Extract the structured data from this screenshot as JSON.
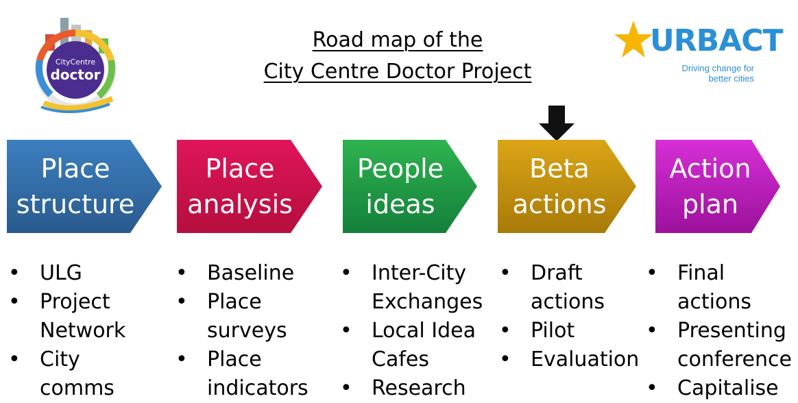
{
  "title": {
    "line1": "Road map of the",
    "line2": "City Centre Doctor Project"
  },
  "logos": {
    "left": {
      "text_top": "CityCentre",
      "text_main": "doctor"
    },
    "right": {
      "wordmark": "URBACT",
      "tagline_line1": "Driving change for",
      "tagline_line2": "better cities"
    }
  },
  "indicator": {
    "icon": "down-arrow-icon",
    "points_to_stage": "Beta actions"
  },
  "stages": [
    {
      "label": "Place\nstructure",
      "color_top": "#3c7fbf",
      "color_bottom": "#2a5a8e",
      "items": [
        "ULG",
        "Project\nNetwork",
        "City\ncomms"
      ]
    },
    {
      "label": "Place\nanalysis",
      "color_top": "#e0155a",
      "color_bottom": "#b50e3e",
      "items": [
        "Baseline",
        "Place\nsurveys",
        "Place\nindicators"
      ]
    },
    {
      "label": "People\nideas",
      "color_top": "#2fb350",
      "color_bottom": "#14803a",
      "items": [
        "Inter-City\nExchanges",
        "Local Idea\nCafes",
        "Research"
      ]
    },
    {
      "label": "Beta\nactions",
      "color_top": "#dba516",
      "color_bottom": "#a87a08",
      "items": [
        "Draft\nactions",
        "Pilot",
        "Evaluation"
      ]
    },
    {
      "label": "Action\nplan",
      "color_top": "#d62fd6",
      "color_bottom": "#9c119c",
      "items": [
        "Final\nactions",
        "Presenting\nconference",
        "Capitalise"
      ]
    }
  ]
}
